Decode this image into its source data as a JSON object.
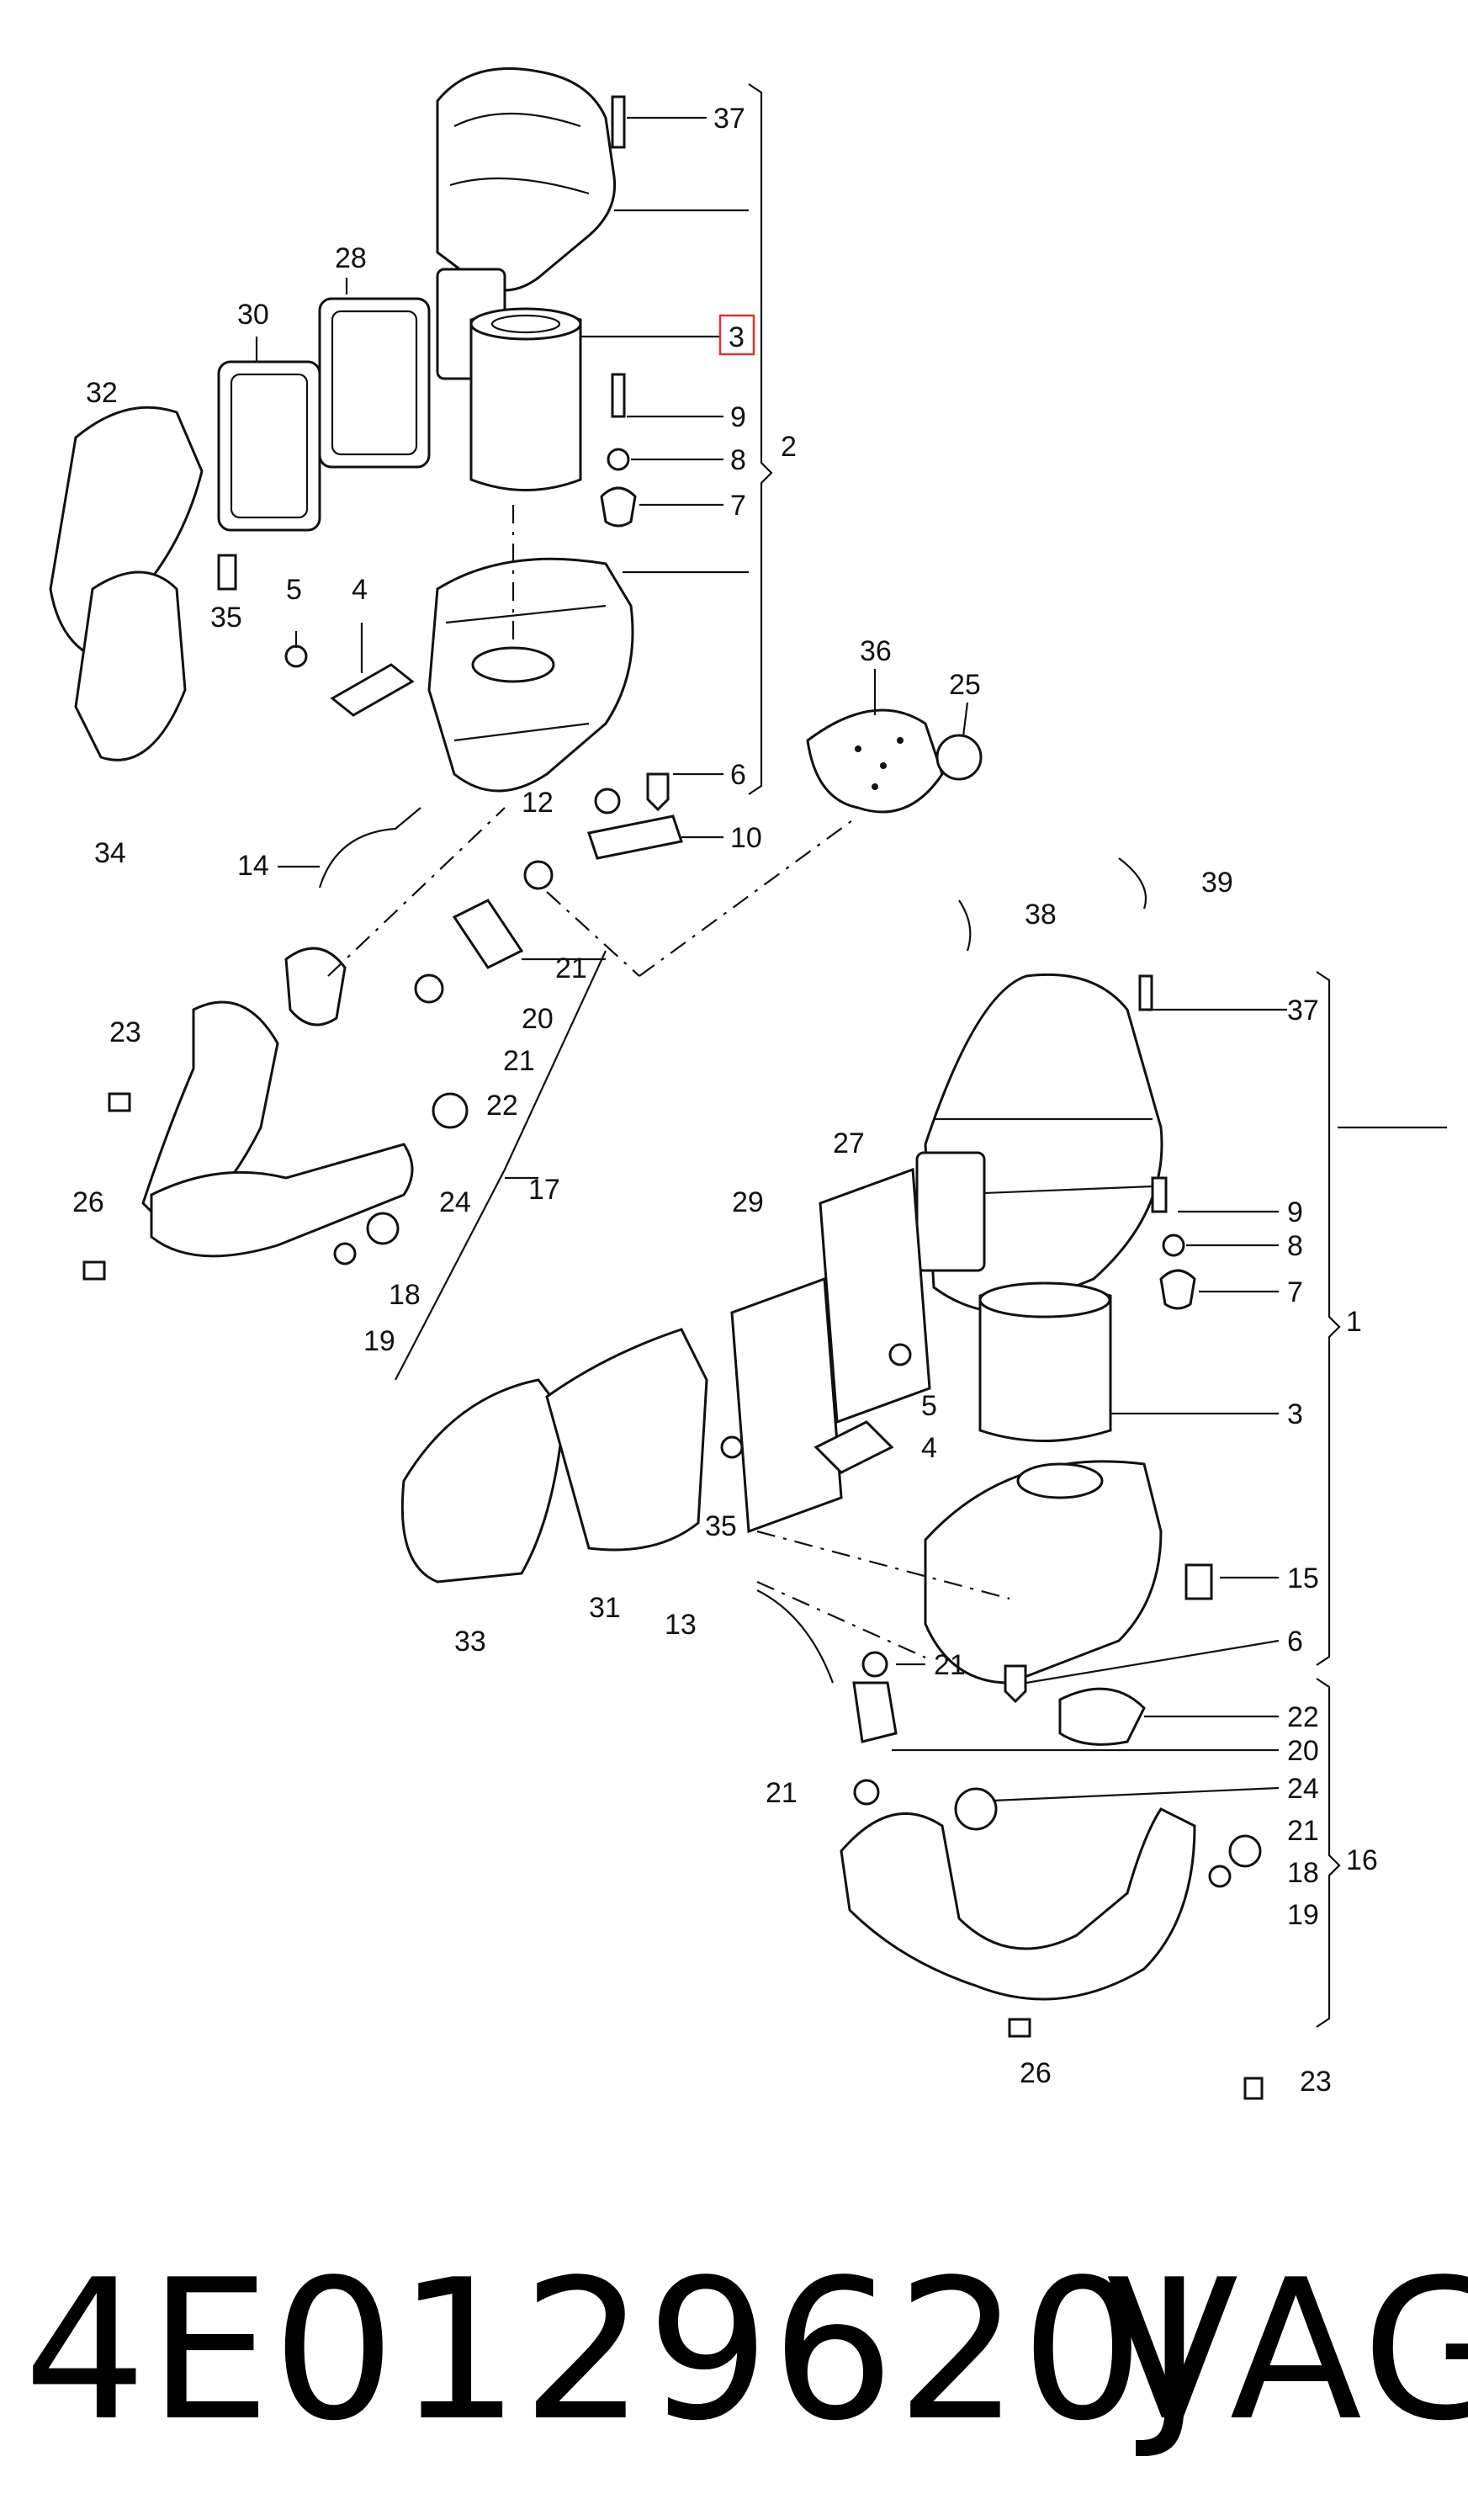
{
  "part_number": "4E0129620J",
  "brand": "VAG",
  "callouts": {
    "c37a": "37",
    "c3a": "3",
    "c9a": "9",
    "c8a": "8",
    "c7a": "7",
    "c2": "2",
    "c28": "28",
    "c30": "30",
    "c32": "32",
    "c35a": "35",
    "c5a": "5",
    "c4a": "4",
    "c34": "34",
    "c36": "36",
    "c25": "25",
    "c6a": "6",
    "c12": "12",
    "c10": "10",
    "c14": "14",
    "c21a": "21",
    "c20a": "20",
    "c21b": "21",
    "c22a": "22",
    "c23a": "23",
    "c26a": "26",
    "c24a": "24",
    "c17": "17",
    "c18a": "18",
    "c19a": "19",
    "c38": "38",
    "c39": "39",
    "c37b": "37",
    "c27": "27",
    "c29": "29",
    "c9b": "9",
    "c8b": "8",
    "c7b": "7",
    "c1": "1",
    "c5b": "5",
    "c4b": "4",
    "c3b": "3",
    "c35b": "35",
    "c15": "15",
    "c6b": "6",
    "c33": "33",
    "c31": "31",
    "c13": "13",
    "c21c": "21",
    "c22b": "22",
    "c20b": "20",
    "c21d": "21",
    "c24b": "24",
    "c21e": "21",
    "c18b": "18",
    "c16": "16",
    "c19b": "19",
    "c26b": "26",
    "c23b": "23"
  }
}
